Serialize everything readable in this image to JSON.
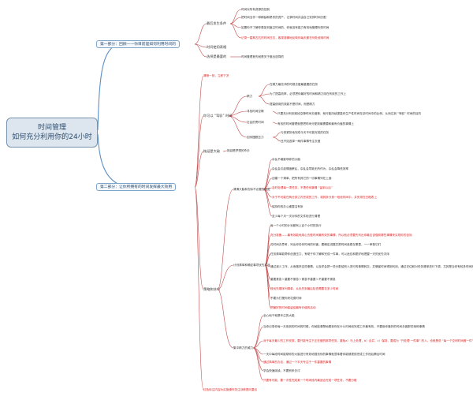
{
  "root": {
    "line1": "时间管理",
    "line2": "如何充分利用你的24小时"
  },
  "part1": {
    "title": "第一部分：回顾——你目前是如何利用时间的",
    "sec_records": "最后发生条件",
    "records": [
      "时间对所有资源的控制",
      "把时间当作一种稀缺和昂贵的资产，记录时间并由自己安排时间分配",
      "如果你不了解你是如何度过时间的，你就没有能力有效地管理你的时间",
      "记录一星期左右的时间日志，客观准确地反映你每天都在何处使用时间"
    ],
    "sec_log": "时间使用表格",
    "sec_choose": "选择是最要的",
    "choose": "时间管理首先就是关于做出选择的"
  },
  "part2": {
    "title": "第二部分：让你所拥有的时间发挥最大效用",
    "intro": "清晰一刻，立即下决",
    "sec_control": "你可以 “驾驭” 时间",
    "effort": "精力",
    "effort_items": [
      "在精力最充沛的时候去做最重要的任务",
      "为了提高效率，必须把你最好的时间和精力用在有效的工作上",
      "提高使用的效能不是时间，而是精力"
    ],
    "prime": "寻找时间空隙",
    "prime_item": "只要充分利用某段空隙时间去做事，就可能持续提高你生产性时间在总时间中的比例，从而达到 “驾驭” 时间的目的",
    "social": "社会的责时间",
    "social_item": "有效的时间管理就是把时间分配到最需要和最有价值的事情上",
    "stress": "如何摆脱压力",
    "stress_items": [
      "与其紧张地完成今天不可能完成的任务",
      "还不如选择一两件事情专注去做"
    ],
    "sec_bigger": "拖延是大敌",
    "bigger": "拖延是梦想的杀手",
    "sec_method": "策略和技巧",
    "sub1": "清清头脑和去除不必要的设定",
    "sub1_items": [
      {
        "t": "杂乱不堪影响你的大脑",
        "red": false
      },
      {
        "t": "杂乱会引起情绪紊乱，杂乱会导致无所作为，杂乱会降低效率",
        "red": false
      },
      {
        "t": "创建一个清单，把所有其它的一切事情列在上面",
        "red": false
      },
      {
        "t": "及时处理每一项任务，不把任何事情 “留到以后”",
        "red": true
      },
      {
        "t": "对于不可能在两分钟之内完成的工作，将其拆分到一段段时间中，并安排在日程表上",
        "red": true
      },
      {
        "t": "保持你的办公桌整洁有序",
        "red": false
      },
      {
        "t": "至少每个月一次对你的文件柜进行清理",
        "red": false
      }
    ],
    "sub2": "计划清单和确定事项优先次序",
    "sub2_items": [
      {
        "t": "每一个小时的计划都有上百个小时的执行",
        "red": false
      },
      {
        "t": "充分准备——最有效能地用心去做时间最有效的事情，所以就必须要先列出你最应该做到哪些事情来实现你的目标",
        "red": true
      },
      {
        "t": "花时间去思考，列出你任何时间的利害，要确定进展并把时间浪费在哪里，一一审核它们",
        "red": false
      },
      {
        "t": "任务清单能帮你创造压力，有助于你了解和完成一件事，可以适应和更好地把握一天的优先次序",
        "red": false
      },
      {
        "t": "通过减少工作，从而做好这些事情，以及学会把一些分配给别人进行的事情转交，并确保时间得到利用，通过评估和对任务清单进行下调，尤其是当你有较多时间的额外安排时",
        "red": false
      },
      {
        "t": "重要紧急＞重要不紧急＞紧急不重要＞不重要不紧急",
        "red": false
      },
      {
        "t": "按优先顺序列清单，从优先到最后检查需要花多少时间",
        "red": true
      },
      {
        "t": "不要为打搅你来花费时间",
        "red": false
      },
      {
        "t": "把最好的时间保留给最有价值的活动",
        "red": true
      }
    ],
    "sub3": "集中精力的威力",
    "sub3_items": [
      {
        "t": "全心地干就是专注的大能",
        "red": false
      },
      {
        "t": "当你记录你每一天用到的时间的时候，你就能清楚地看到你在什么时间段完成工作最有效，不要用你最好的时间去做那些琐碎事情",
        "red": false
      },
      {
        "t": "对于每天最少的工作安排，要只能专注于正在做的那项任务，避免a）马上处理，b）合并，c）保持，要成为 “只处理 一件事” 的人，也就是说 “每一个空闲时间做一件”",
        "red": true
      },
      {
        "t": "一天中每段时间能够你的大脑进行有效地规划你的事情就意味着你能够提前完成工作然后腾出时间",
        "red": false
      },
      {
        "t": "通过简单的办法，通过一个半天专注于一件重要的事情",
        "red": true
      },
      {
        "t": "学会快速阅读，不要别来去讨",
        "red": false
      },
      {
        "t": "只要有可能，要一次性完成某一个时间段内最适合完成一项任务，不要分散",
        "red": true
      }
    ],
    "footer": "红色标注内容为实施操作关注训练提问要点"
  }
}
